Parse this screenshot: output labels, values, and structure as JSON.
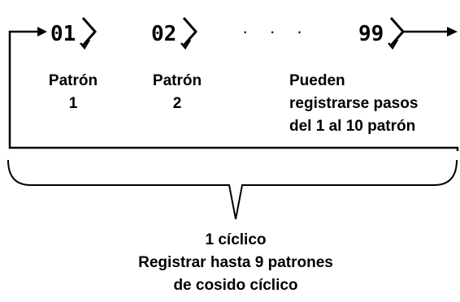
{
  "patterns": [
    {
      "number": "01",
      "label_line1": "Patrón",
      "label_line2": "1"
    },
    {
      "number": "02",
      "label_line1": "Patrón",
      "label_line2": "2"
    },
    {
      "number": "99"
    }
  ],
  "ellipsis": "· · ·",
  "note": [
    "Pueden",
    "registrarse pasos",
    "del 1 al 10 patrón"
  ],
  "caption": [
    "1 cíclico",
    "Registrar hasta 9 patrones",
    "de cosido cíclico"
  ]
}
